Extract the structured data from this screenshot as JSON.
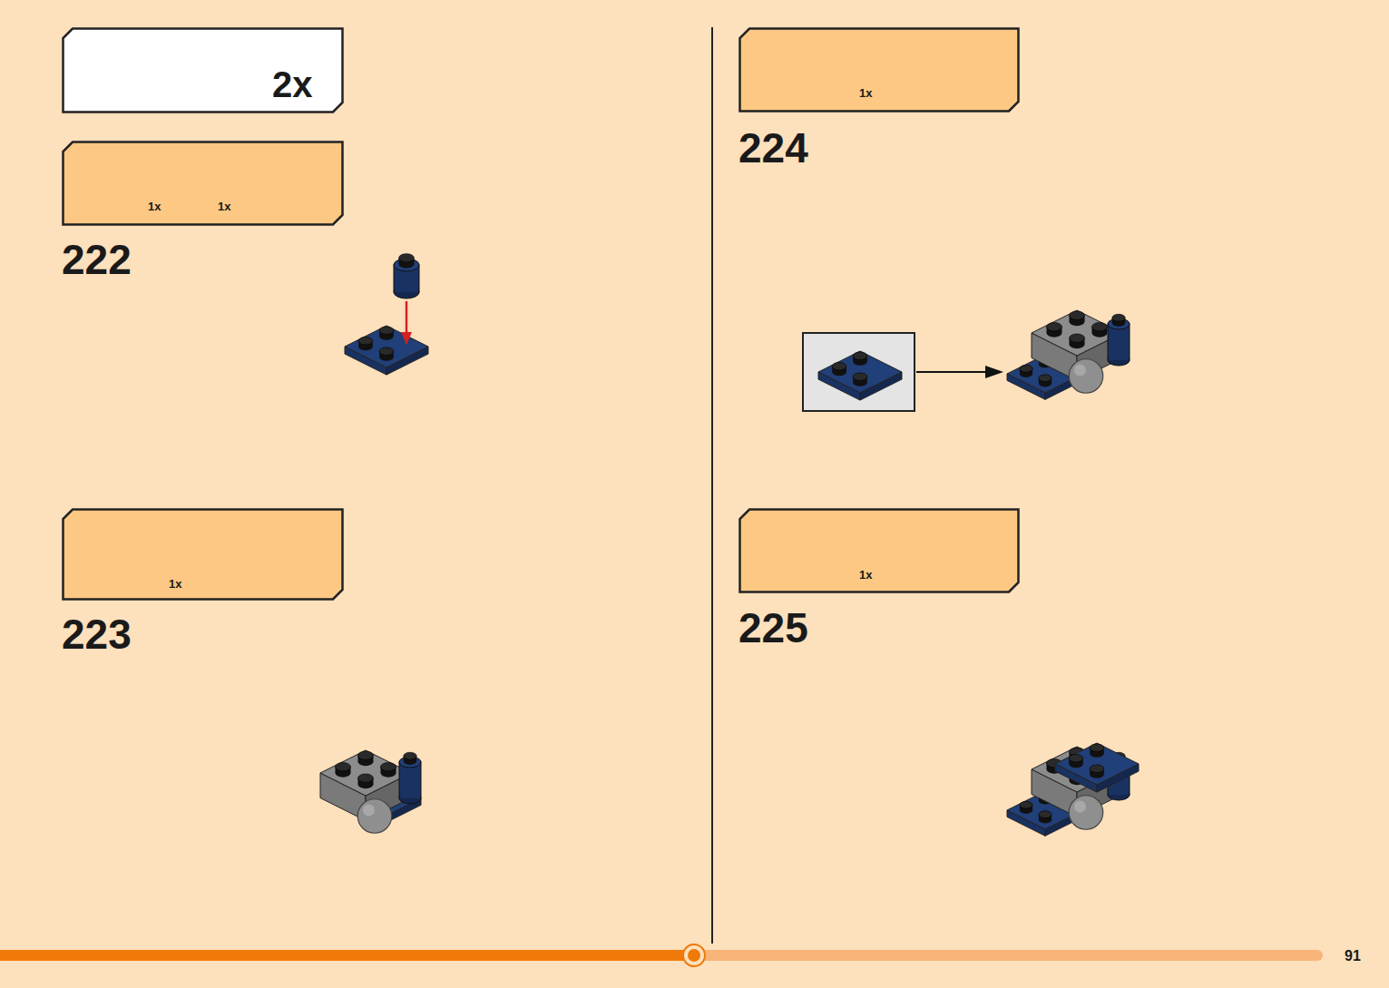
{
  "diagram": {
    "nodes": [
      {
        "text": [
          "2x"
        ]
      },
      {
        "text": [
          "1x",
          "1x"
        ]
      },
      {
        "text": [
          "1x"
        ]
      },
      {
        "text": [
          "1x"
        ]
      },
      {
        "text": [
          "1x"
        ]
      }
    ],
    "labels": [
      "222",
      "223",
      "224",
      "225",
      "91"
    ]
  }
}
